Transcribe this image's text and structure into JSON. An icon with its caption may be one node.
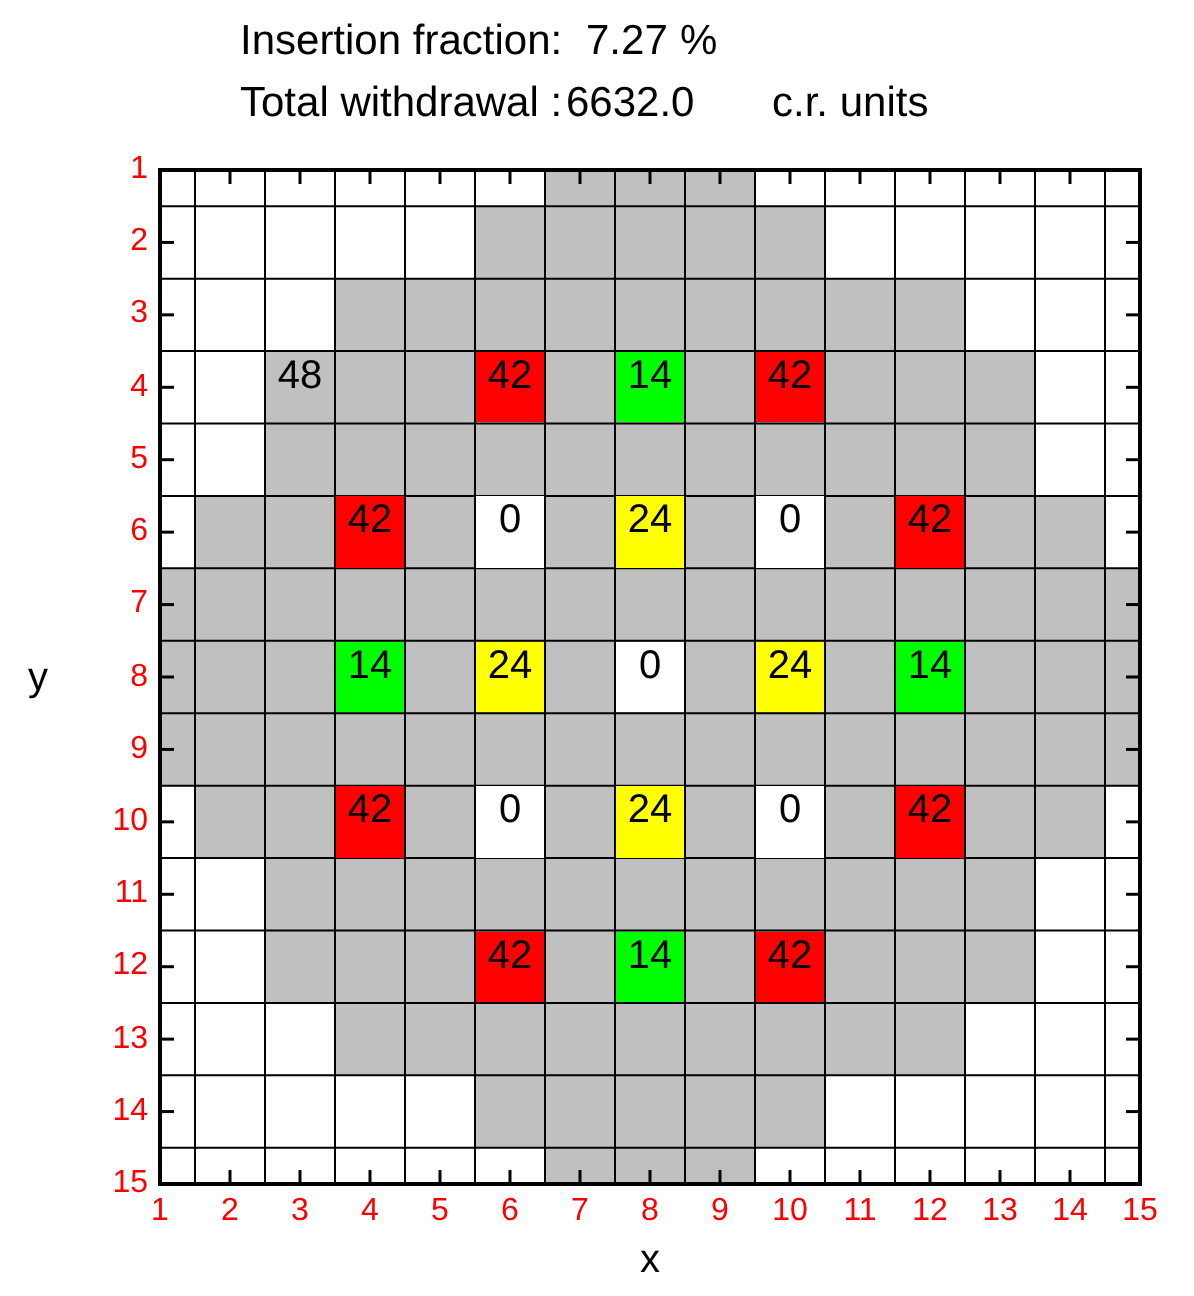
{
  "diagram": {
    "labels": [
      "Insertion fraction:",
      "7.27",
      "%",
      "Total withdrawal :",
      "6632.0",
      "c.r. units",
      "1",
      "2",
      "3",
      "4",
      "48",
      "42",
      "14",
      "42",
      "5",
      "6",
      "42",
      "0",
      "24",
      "0",
      "42",
      "7",
      "y",
      "8",
      "14",
      "24",
      "0",
      "24",
      "14",
      "9",
      "10",
      "42",
      "0",
      "24",
      "0",
      "42",
      "11",
      "12",
      "42",
      "14",
      "42",
      "13",
      "14",
      "15",
      "1",
      "2",
      "3",
      "4",
      "5",
      "6",
      "7",
      "8",
      "9",
      "10",
      "11",
      "12",
      "13",
      "14",
      "15",
      "x"
    ]
  }
}
